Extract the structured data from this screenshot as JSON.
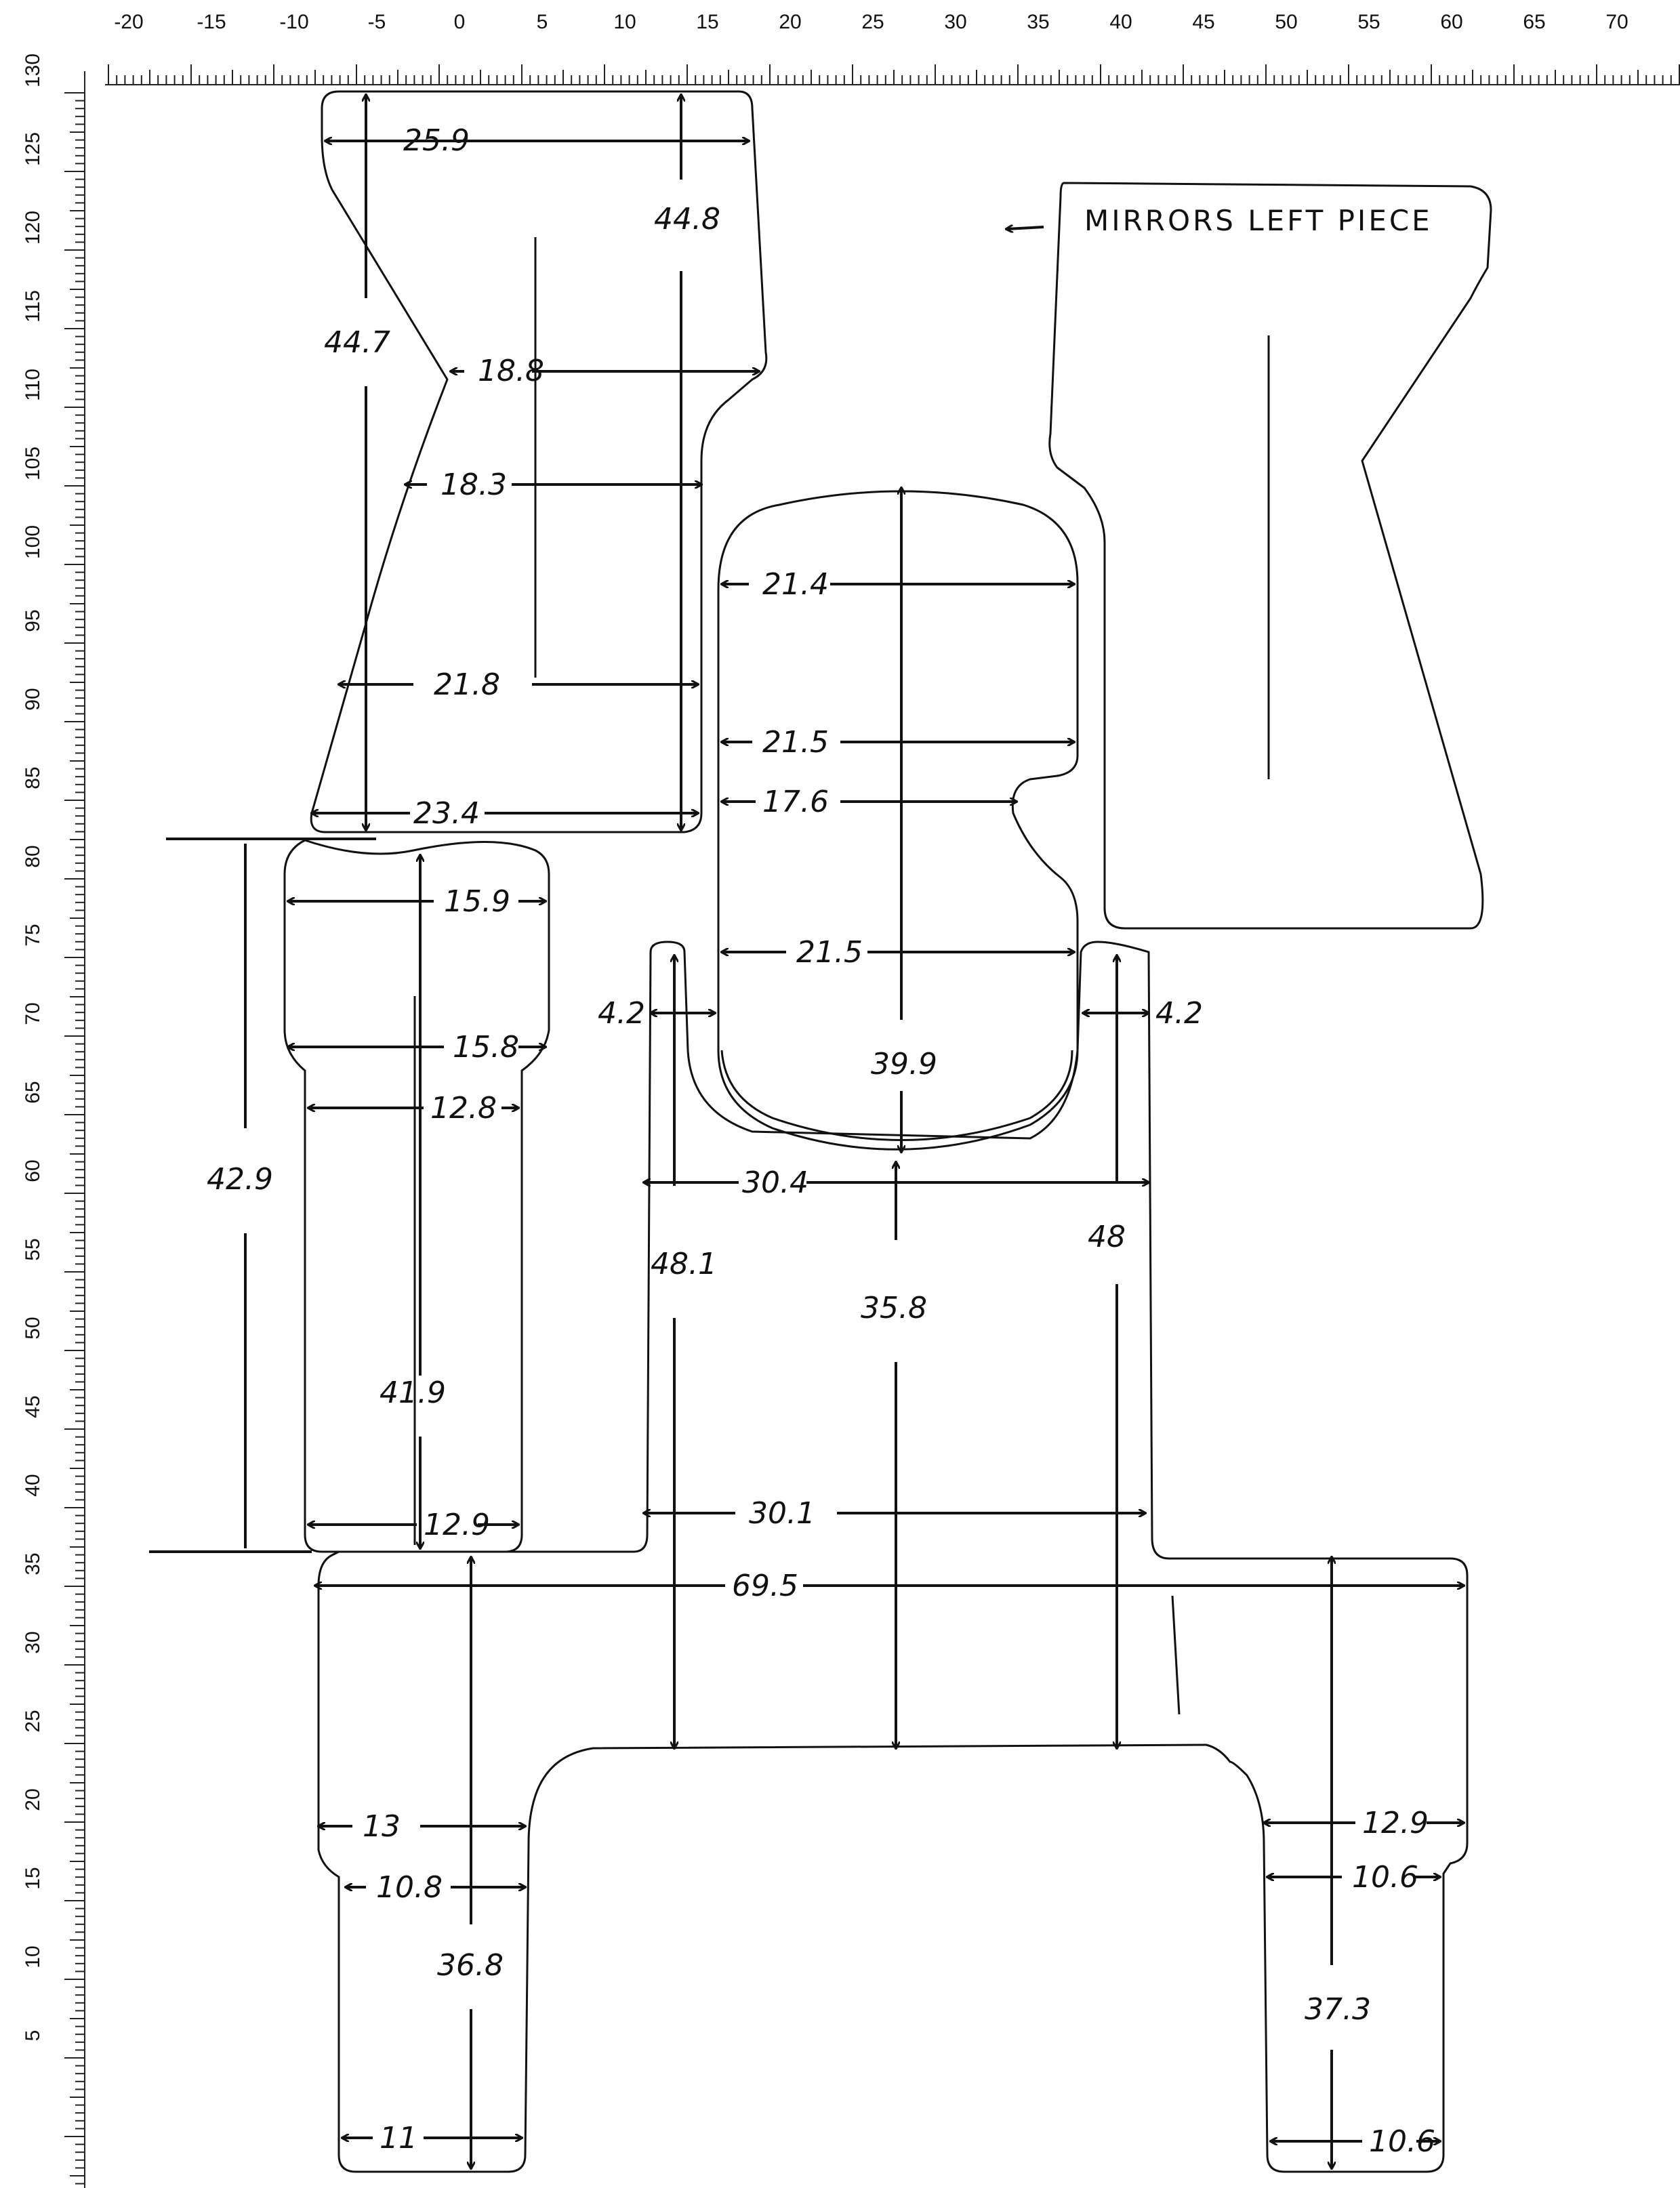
{
  "ruler": {
    "top_labels": [
      "-20",
      "-15",
      "-10",
      "-5",
      "0",
      "5",
      "10",
      "15",
      "20",
      "25",
      "30",
      "35",
      "40",
      "45",
      "50",
      "55",
      "60",
      "65",
      "70"
    ],
    "left_labels": [
      "130",
      "125",
      "120",
      "115",
      "110",
      "105",
      "100",
      "95",
      "90",
      "85",
      "80",
      "75",
      "70",
      "65",
      "60",
      "55",
      "50",
      "45",
      "40",
      "35",
      "30",
      "25",
      "20",
      "15",
      "10",
      "5"
    ]
  },
  "note": "MIRRORS LEFT PIECE",
  "dimensions": {
    "piece1": {
      "top_width": "25.9",
      "height_right": "44.8",
      "height_left": "44.7",
      "notch_width": "18.8",
      "mid_width": "18.3",
      "lower_width": "21.8",
      "bottom_width": "23.4"
    },
    "piece2": {
      "top_width": "15.9",
      "shoulder_width": "15.8",
      "body_width": "12.8",
      "bottom_width": "12.9",
      "height": "41.9",
      "outer_height": "42.9"
    },
    "piece3": {
      "top_width": "21.4",
      "mid_width": "21.5",
      "notch_width": "17.6",
      "lower_width": "21.5",
      "height": "39.9"
    },
    "frame": {
      "left_post": "4.2",
      "right_post": "4.2",
      "top_inner": "30.4",
      "left_height": "48.1",
      "right_height": "48",
      "center_height": "35.8",
      "lower_inner": "30.1",
      "total_width": "69.5",
      "left_leg_top": "13",
      "left_leg_inner": "10.8",
      "left_leg_height": "36.8",
      "left_leg_bottom": "11",
      "right_leg_top": "12.9",
      "right_leg_inner": "10.6",
      "right_leg_height": "37.3",
      "right_leg_bottom": "10.6"
    }
  }
}
